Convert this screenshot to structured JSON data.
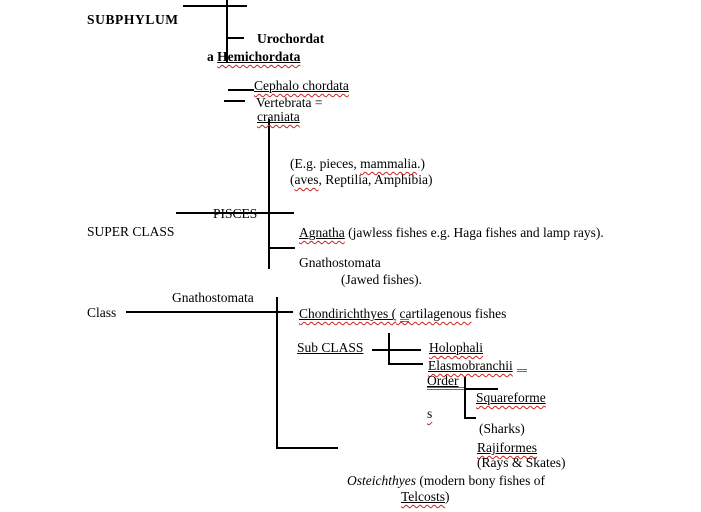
{
  "colors": {
    "background": "#ffffff",
    "text": "#000000",
    "connector_line": "#000000",
    "spellcheck_squiggle": "#cc2222",
    "grammar_mark": "#4472c4"
  },
  "diagram": {
    "subphylum": {
      "heading": "SUBPHYLUM",
      "urochordata": "Urochordat",
      "hemichordata_prefix": "a ",
      "hemichordata": "Hemichordata",
      "cephalochordata": "Cephalo chordata",
      "vertebrata": "Vertebrata =",
      "craniata": "craniata"
    },
    "tetrapod_note": {
      "line1_pre": "(E.g. pieces, ",
      "line1_word": "mammalia",
      "line1_post": ".)",
      "line2_pre": "(",
      "line2_word": "aves",
      "line2_post": ", Reptilia, Amphibia)"
    },
    "superclass": {
      "heading": "SUPER CLASS",
      "pisces": "PISCES",
      "agnatha": "Agnatha",
      "agnatha_desc": " (jawless fishes e.g. Haga fishes and lamp rays).",
      "gnathostomata": "Gnathostomata",
      "gnathostomata_desc": "(Jawed fishes)."
    },
    "class": {
      "heading": "Class",
      "gnathostomata": "Gnathostomata",
      "chondrichthyes": "Chondirichthyes (",
      "chondrichthyes_mid": " cartilagenous",
      "chondrichthyes_rest": " fishes"
    },
    "subclass": {
      "heading": "Sub CLASS",
      "holophali": "Holophali",
      "elasmobranchii": "Elasmobranchii",
      "order_heading": "Order"
    },
    "orders": {
      "squaliformes_line1": "Squareforme",
      "squaliformes_wrap": "s",
      "sharks": "(Sharks)",
      "rajiformes": "Rajiformes",
      "rays_skates": "(Rays & Skates)"
    },
    "osteichthyes": {
      "name": "Osteichthyes",
      "desc": " (modern bony fishes of",
      "desc_line2": "Telcosts",
      "desc_line2_post": ")"
    }
  }
}
